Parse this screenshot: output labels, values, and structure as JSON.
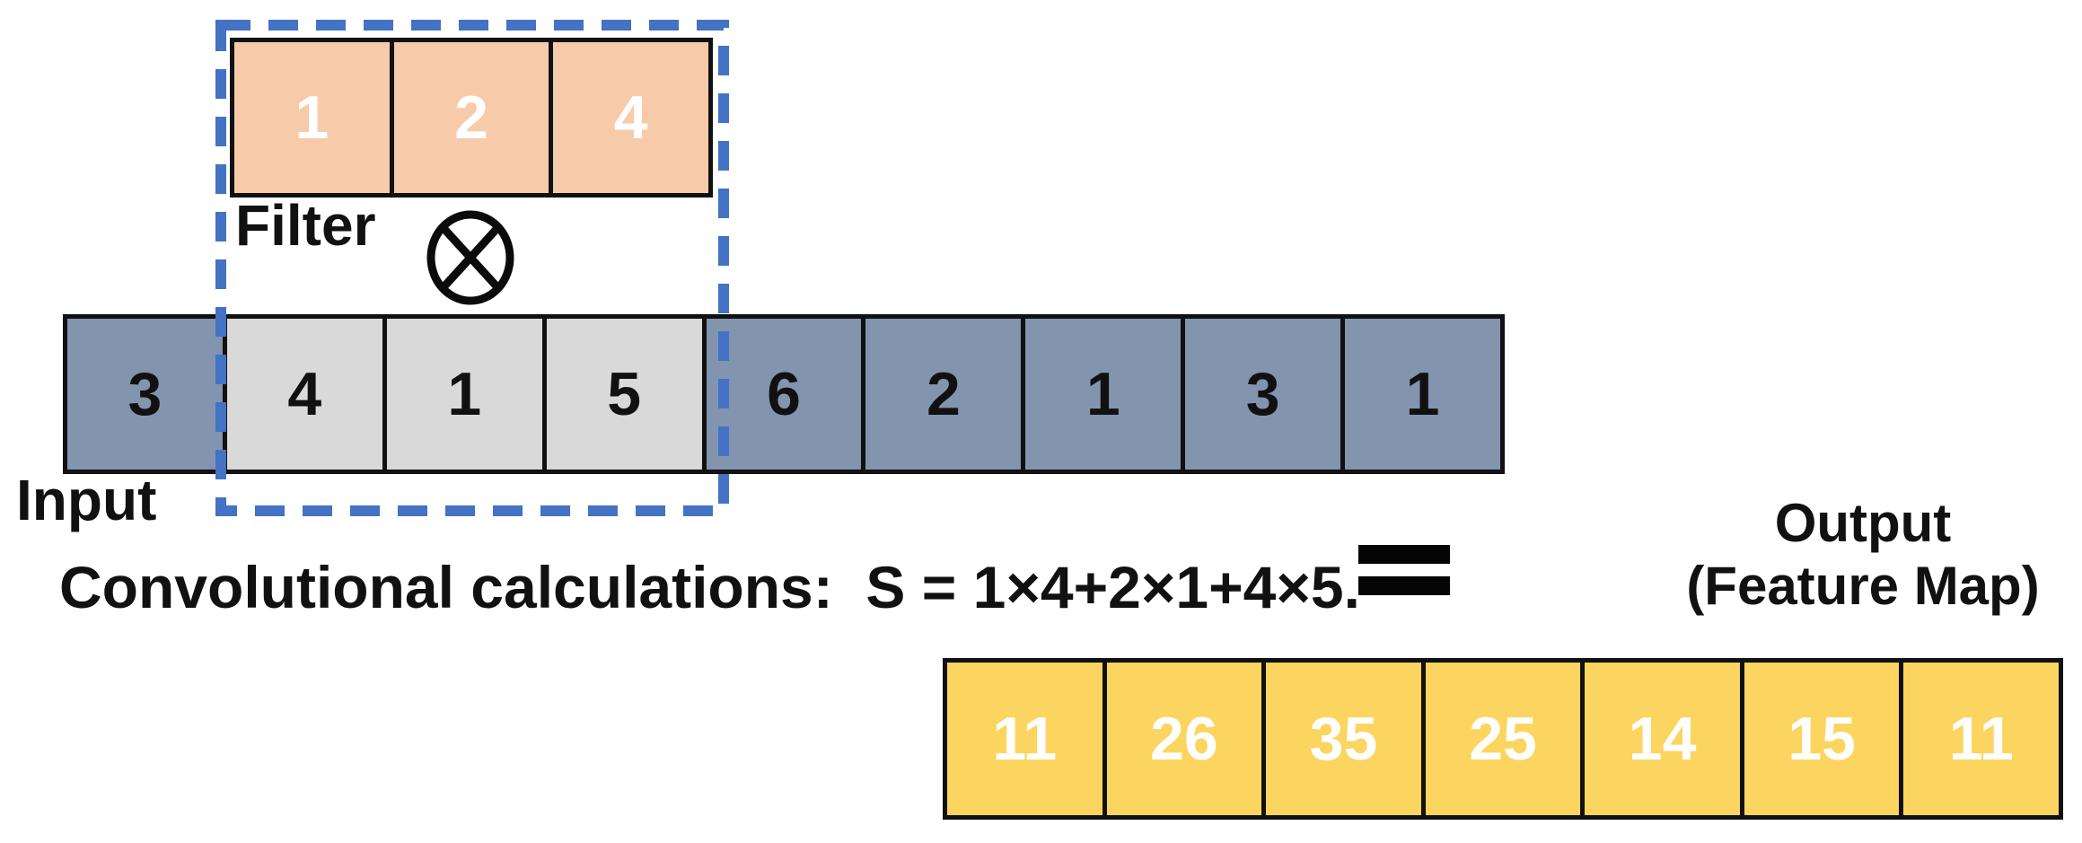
{
  "filter": {
    "label": "Filter",
    "values": [
      "1",
      "2",
      "4"
    ]
  },
  "operators": {
    "convolution_icon": "circled-times",
    "equals_icon": "equals"
  },
  "input": {
    "label": "Input",
    "values": [
      "3",
      "4",
      "1",
      "5",
      "6",
      "2",
      "1",
      "3",
      "1"
    ],
    "highlighted_values": [
      "4",
      "1",
      "5"
    ],
    "highlighted_indices": [
      1,
      2,
      3
    ]
  },
  "calculation": {
    "text": "Convolutional calculations:  S = 1×4+2×1+4×5."
  },
  "output": {
    "label_line1": "Output",
    "label_line2": "(Feature Map)",
    "values": [
      "11",
      "26",
      "35",
      "25",
      "14",
      "15",
      "11"
    ]
  },
  "colors": {
    "filter_fill": "#F7CBA9",
    "input_fill": "#8294AE",
    "highlight_fill": "#D9D9D9",
    "output_fill": "#FBD55F",
    "dashed_window": "#4472C4",
    "cell_border": "#111111",
    "light_number": "#FFFFFF",
    "text": "#111111"
  }
}
